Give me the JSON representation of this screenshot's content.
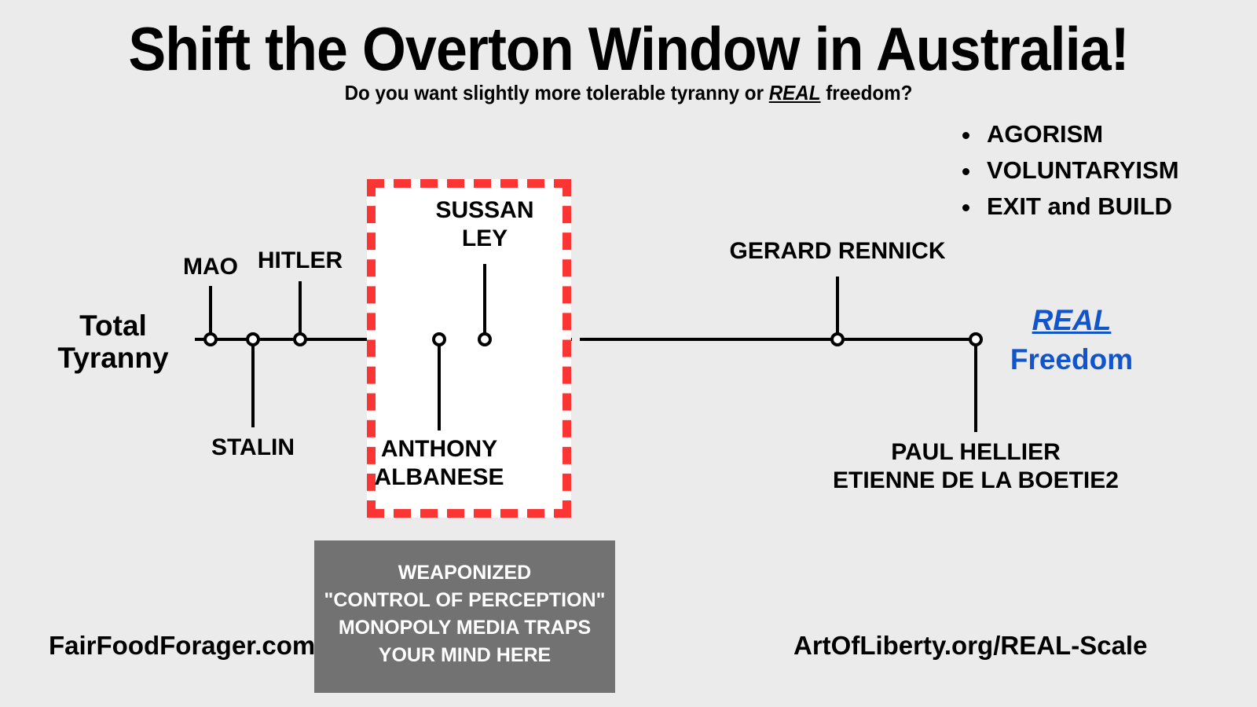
{
  "header": {
    "title": "Shift the Overton Window in Australia!",
    "subtitle_part1": "Do you want slightly more tolerable tyranny or ",
    "subtitle_emphasis": "REAL",
    "subtitle_part2": " freedom?"
  },
  "bullets": [
    {
      "label": "AGORISM"
    },
    {
      "label": "VOLUNTARYISM"
    },
    {
      "label": "EXIT and BUILD"
    }
  ],
  "axis": {
    "left_label_line1": "Total",
    "left_label_line2": "Tyranny",
    "right_label_line1": "REAL",
    "right_label_line2": "Freedom"
  },
  "markers": [
    {
      "name": "MAO",
      "label": "MAO",
      "side": "above"
    },
    {
      "name": "STALIN",
      "label": "STALIN",
      "side": "below"
    },
    {
      "name": "HITLER",
      "label": "HITLER",
      "side": "above"
    },
    {
      "name": "ANTHONY ALBANESE",
      "label_line1": "ANTHONY",
      "label_line2": "ALBANESE",
      "side": "below"
    },
    {
      "name": "SUSSAN LEY",
      "label_line1": "SUSSAN",
      "label_line2": "LEY",
      "side": "above"
    },
    {
      "name": "GERARD RENNICK",
      "label": "GERARD RENNICK",
      "side": "above"
    },
    {
      "name": "PAUL HELLIER / ETIENNE DE LA BOETIE2",
      "label_line1": "PAUL HELLIER",
      "label_line2": "ETIENNE DE LA BOETIE2",
      "side": "below"
    }
  ],
  "overton_box": {
    "border_color": "#fb3434",
    "fill_color": "#ffffff"
  },
  "media_box": {
    "background_color": "#727272",
    "line1": "WEAPONIZED",
    "line2": "\"CONTROL OF PERCEPTION\"",
    "line3": "MONOPOLY MEDIA TRAPS",
    "line4": "YOUR MIND HERE"
  },
  "footer": {
    "left": "FairFoodForager.com",
    "right": "ArtOfLiberty.org/REAL-Scale"
  },
  "colors": {
    "background": "#ebebeb",
    "accent_red": "#fb3434",
    "accent_blue": "#1155cc",
    "gray_box": "#727272"
  }
}
